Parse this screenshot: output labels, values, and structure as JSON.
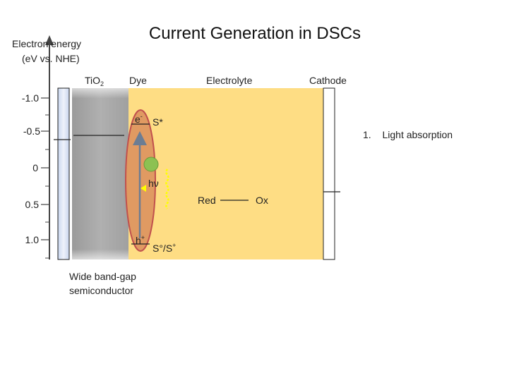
{
  "title": "Current Generation in DSCs",
  "axis": {
    "label_line1": "Electron energy",
    "label_line2": "(eV vs. NHE)",
    "ticks": [
      "-1.0",
      "-0.5",
      "0",
      "0.5",
      "1.0"
    ]
  },
  "columns": {
    "tio2_main": "TiO",
    "tio2_sub": "2",
    "dye": "Dye",
    "electrolyte": "Electrolyte",
    "cathode": "Cathode"
  },
  "levels": {
    "s_star": "S*",
    "electron_main": "e",
    "electron_sup": "-",
    "hole_main": "h",
    "hole_sup": "+",
    "ground_main": "S°/S",
    "ground_sup": "+",
    "hv": "hν"
  },
  "redox": {
    "red": "Red",
    "ox": "Ox"
  },
  "semiconductor": {
    "line1": "Wide band-gap",
    "line2": "semiconductor"
  },
  "steps": [
    {
      "number": "1.",
      "text": "Light absorption"
    }
  ],
  "colors": {
    "electrolyte": "#fedd84",
    "dye": "#e09a62",
    "tio2": "#a6a6a6",
    "electrode": "#dbe5f4",
    "photon": "#ffff00",
    "dye_molecule": "#8cc152"
  }
}
